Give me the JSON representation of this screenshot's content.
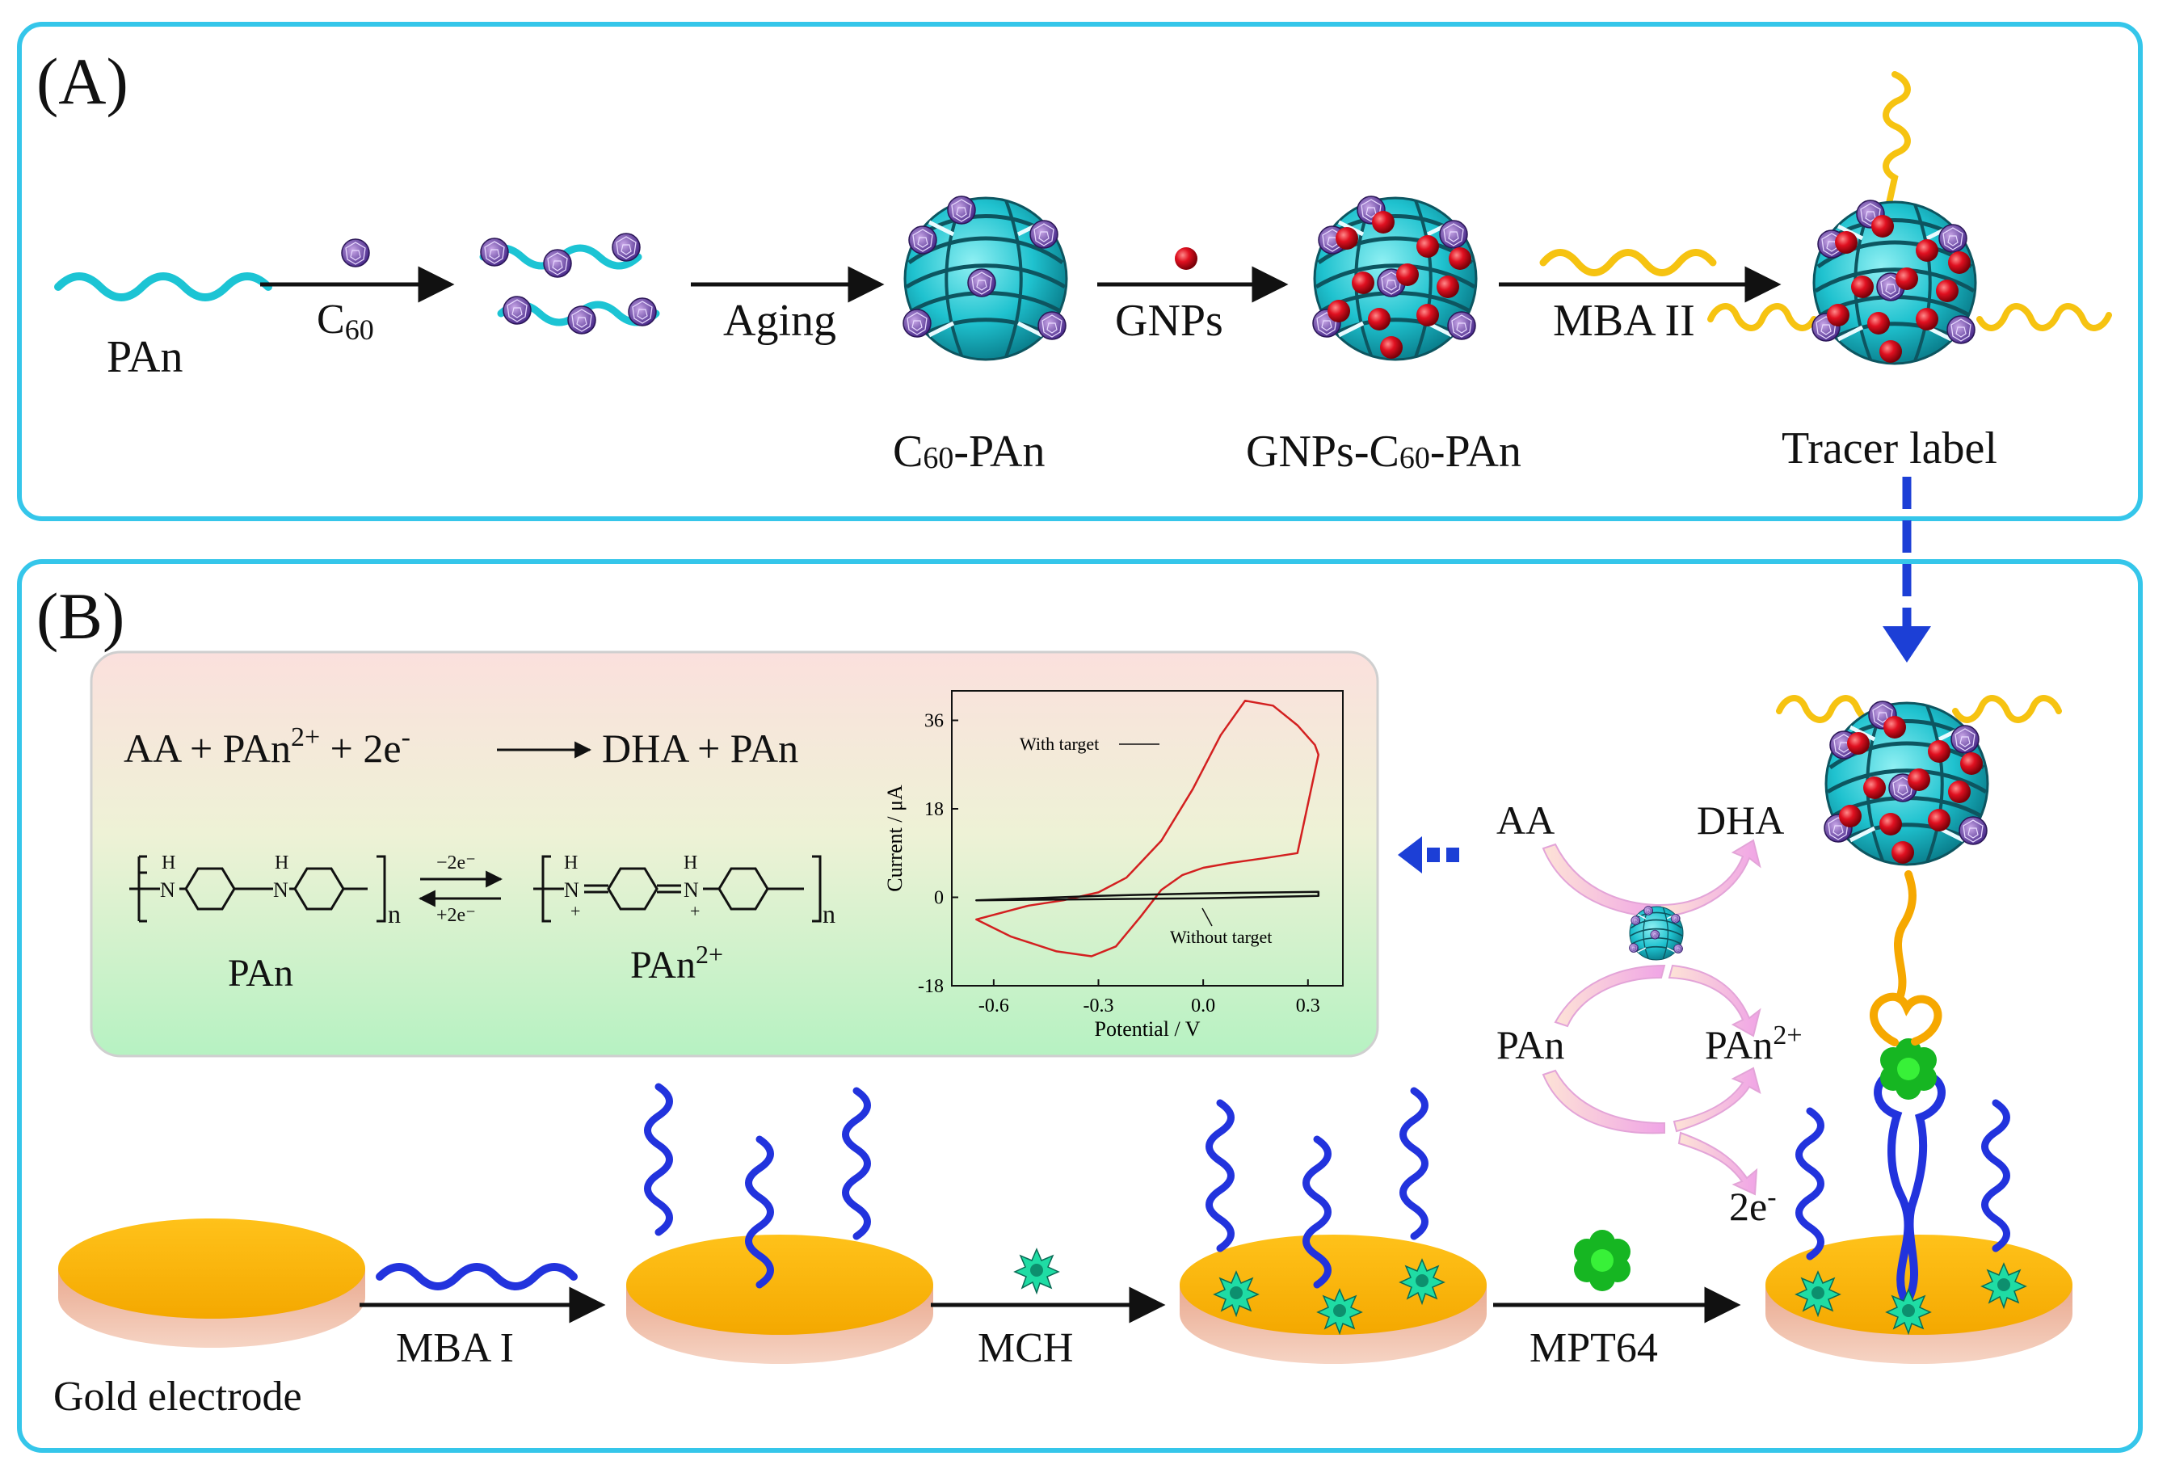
{
  "panel_a": {
    "tag": "(A)",
    "arrow_labels": {
      "c60": "C",
      "c60_sub": "60",
      "aging": "Aging",
      "gnps": "GNPs",
      "mba2": "MBA II"
    },
    "species": {
      "pan": "PAn",
      "c60_pan": "C",
      "c60_pan_sub": "60",
      "c60_pan_tail": "-PAn",
      "gnps_c60_pan": "GNPs-C",
      "gnps_c60_pan_sub": "60",
      "gnps_c60_pan_tail": "-PAn",
      "tracer": "Tracer label"
    }
  },
  "panel_b": {
    "tag": "(B)",
    "equation": {
      "lhs": "AA  +  PAn",
      "lhs_sup": "2+",
      "mid": "  +  2e",
      "mid_sup": "-",
      "rhs": "DHA + PAn"
    },
    "structure": {
      "n1": "n",
      "n2": "n",
      "ox": "−2e⁻",
      "red": "+2e⁻",
      "h": "H",
      "nh": "N",
      "plus": "+",
      "pan": "PAn",
      "pan2": "PAn",
      "pan2_sup": "2+"
    },
    "cycle": {
      "aa": "AA",
      "dha": "DHA",
      "pan": "PAn",
      "pan2": "PAn",
      "pan2_sup": "2+",
      "e": "2e",
      "e_sup": "-"
    },
    "electrode_steps": {
      "gold": "Gold electrode",
      "mba1": "MBA I",
      "mch": "MCH",
      "mpt64": "MPT64"
    }
  },
  "chart_data": {
    "type": "line",
    "xlabel": "Potential / V",
    "ylabel": "Current / μA",
    "xlim": [
      -0.72,
      0.4
    ],
    "ylim": [
      -18,
      42
    ],
    "x_ticks": [
      "-0.6",
      "-0.3",
      "0.0",
      "0.3"
    ],
    "y_ticks": [
      "36",
      "18",
      "0",
      "-18"
    ],
    "series": [
      {
        "name": "With target",
        "color": "#d32020",
        "x": [
          -0.65,
          -0.5,
          -0.4,
          -0.3,
          -0.22,
          -0.12,
          -0.03,
          0.05,
          0.12,
          0.2,
          0.27,
          0.32,
          0.33,
          0.27,
          0.18,
          0.08,
          0.0,
          -0.06,
          -0.12,
          -0.18,
          -0.25,
          -0.32,
          -0.42,
          -0.55,
          -0.65
        ],
        "y": [
          -4.5,
          -1.7,
          -0.6,
          1.0,
          4.0,
          11.5,
          22.0,
          33.0,
          40.0,
          39.0,
          35.0,
          31.0,
          29.0,
          9.0,
          8.0,
          7.0,
          6.0,
          4.5,
          1.5,
          -4.0,
          -10.0,
          -12.0,
          -11.0,
          -8.0,
          -4.5
        ]
      },
      {
        "name": "Without target",
        "color": "#111111",
        "x": [
          -0.65,
          -0.3,
          0.0,
          0.33,
          0.33,
          0.0,
          -0.3,
          -0.65
        ],
        "y": [
          -0.6,
          -0.4,
          -0.2,
          0.3,
          1.1,
          0.8,
          0.3,
          -0.6
        ]
      }
    ],
    "annotations": [
      "With target",
      "Without target"
    ]
  },
  "colors": {
    "frame": "#35c6ea",
    "arrow_blue": "#1c3fd6",
    "dna_blue": "#2233dd",
    "dna_yellow": "#f6c311",
    "pan_cyan": "#1cc4d4",
    "gnp_red": "#d90d1b",
    "gold": "#f6b200",
    "mch_green": "#1ed49e",
    "mpt64_green": "#22bb22"
  }
}
